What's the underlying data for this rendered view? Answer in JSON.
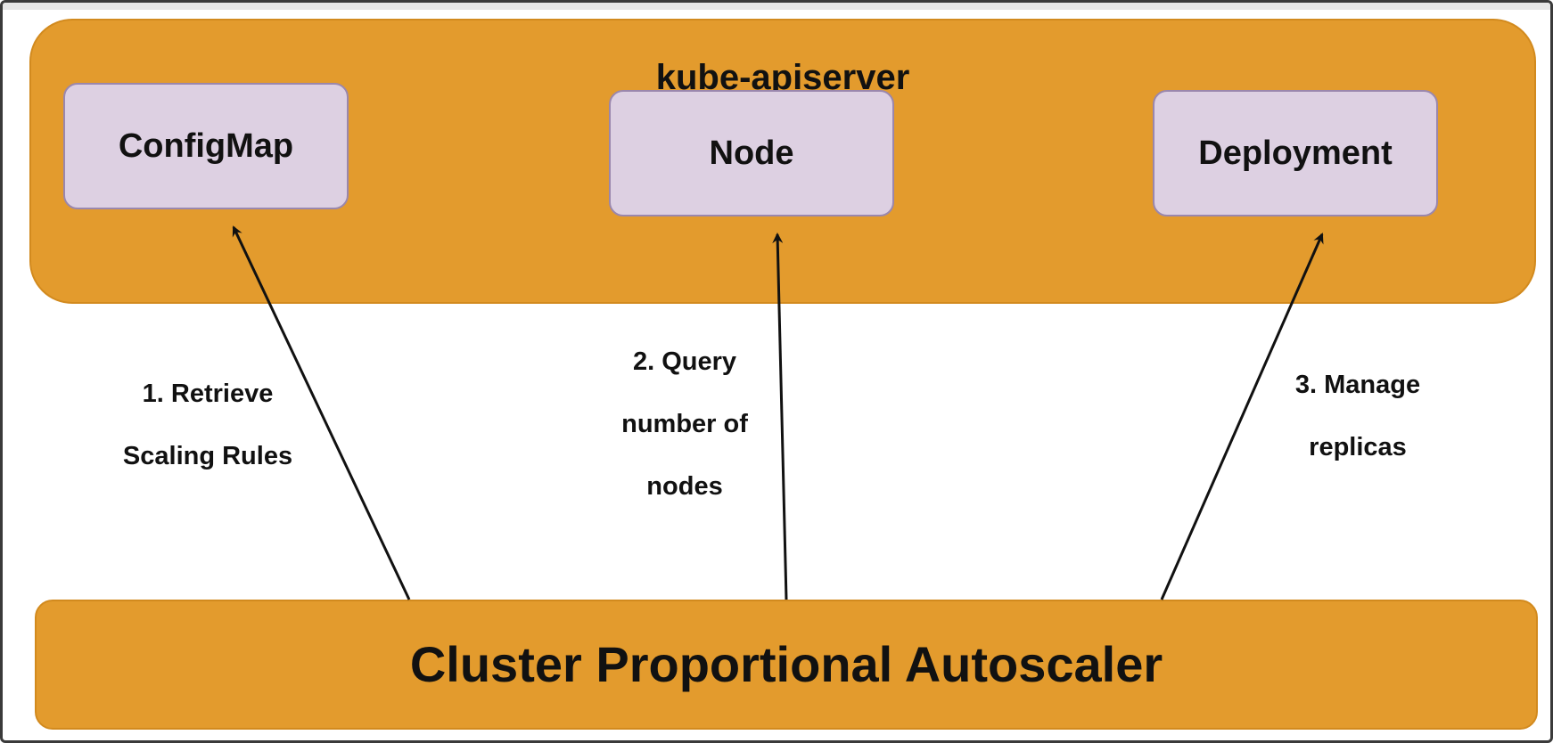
{
  "apiserver": {
    "title": "kube-apiserver",
    "resources": {
      "configmap": "ConfigMap",
      "node": "Node",
      "deployment": "Deployment"
    }
  },
  "autoscaler": {
    "title": "Cluster Proportional Autoscaler"
  },
  "edges": {
    "retrieve": {
      "line1": "1. Retrieve",
      "line2": "Scaling Rules"
    },
    "query": {
      "line1": "2. Query",
      "line2": "number of",
      "line3": "nodes"
    },
    "manage": {
      "line1": "3. Manage",
      "line2": "replicas"
    }
  },
  "colors": {
    "panel": "#e39b2d",
    "resource_box": "#ddd0e2",
    "resource_border": "#9a87ad",
    "arrow": "#111111"
  }
}
